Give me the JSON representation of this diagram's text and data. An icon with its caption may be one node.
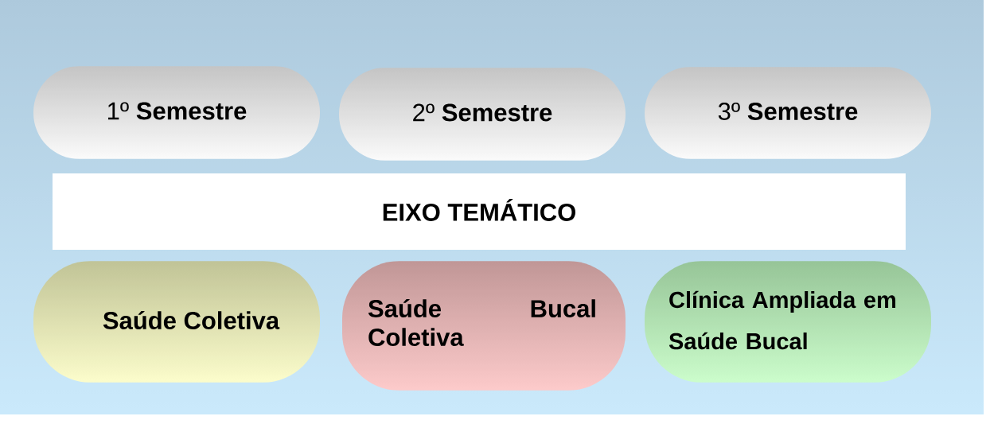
{
  "diagram": {
    "nodes": [
      {
        "text": [],
        "shape": "box"
      },
      {
        "text": [
          "1º **Semestre**"
        ],
        "in": 0
      },
      {
        "text": [
          "2º **Semestre**"
        ],
        "in": 0
      },
      {
        "text": [
          "3º **Semestre**"
        ],
        "in": 0
      },
      {
        "text": [
          "EIXO TEMÁTICO"
        ],
        "in": 0
      },
      {
        "text": [
          "Saúde Coletiva"
        ],
        "in": 0
      },
      {
        "text": [
          "Saúde Bucal Coletiva"
        ],
        "in": 0
      },
      {
        "text": [
          "Clínica Ampliada em Saúde Bucal"
        ],
        "in": 0
      }
    ]
  }
}
